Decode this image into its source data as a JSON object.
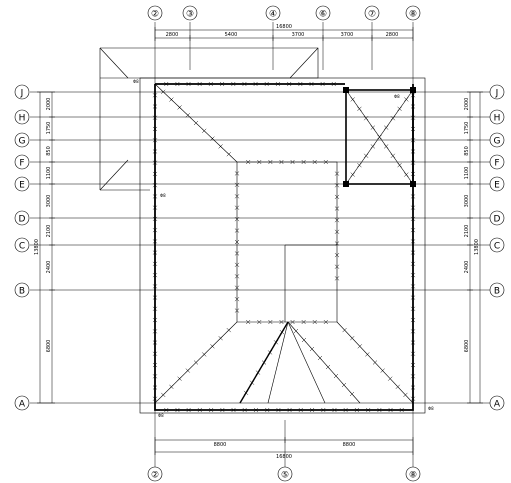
{
  "grid_columns": [
    {
      "id": "col-2",
      "label": "②"
    },
    {
      "id": "col-3",
      "label": "③"
    },
    {
      "id": "col-4",
      "label": "④"
    },
    {
      "id": "col-6",
      "label": "⑥"
    },
    {
      "id": "col-7",
      "label": "⑦"
    },
    {
      "id": "col-8",
      "label": "⑧"
    },
    {
      "id": "col-5",
      "label": "⑤"
    }
  ],
  "grid_rows": [
    {
      "id": "row-J",
      "label": "J"
    },
    {
      "id": "row-H",
      "label": "H"
    },
    {
      "id": "row-G",
      "label": "G"
    },
    {
      "id": "row-F",
      "label": "F"
    },
    {
      "id": "row-E",
      "label": "E"
    },
    {
      "id": "row-D",
      "label": "D"
    },
    {
      "id": "row-C",
      "label": "C"
    },
    {
      "id": "row-B",
      "label": "B"
    },
    {
      "id": "row-A",
      "label": "A"
    }
  ],
  "top_dimensions": {
    "total": "16800",
    "segments": [
      "2800",
      "5400",
      "3700",
      "3700",
      "2800"
    ]
  },
  "bottom_dimensions": {
    "total": "16800",
    "segments": [
      "8800",
      "8800"
    ]
  },
  "left_dimensions": {
    "total": "13800",
    "segments": [
      "2000",
      "1750",
      "850",
      "1100",
      "3000",
      "2100",
      "2400",
      "6800"
    ]
  },
  "right_dimensions": {
    "total": "13800",
    "segments": [
      "2000",
      "1750",
      "850",
      "1100",
      "3000",
      "2100",
      "2400",
      "6800"
    ]
  },
  "notes": {
    "top_left": "Φ8",
    "mid_left": "Φ8",
    "top_right": "Φ8",
    "bottom_left": "Φ8",
    "bottom_right": "Φ8"
  }
}
